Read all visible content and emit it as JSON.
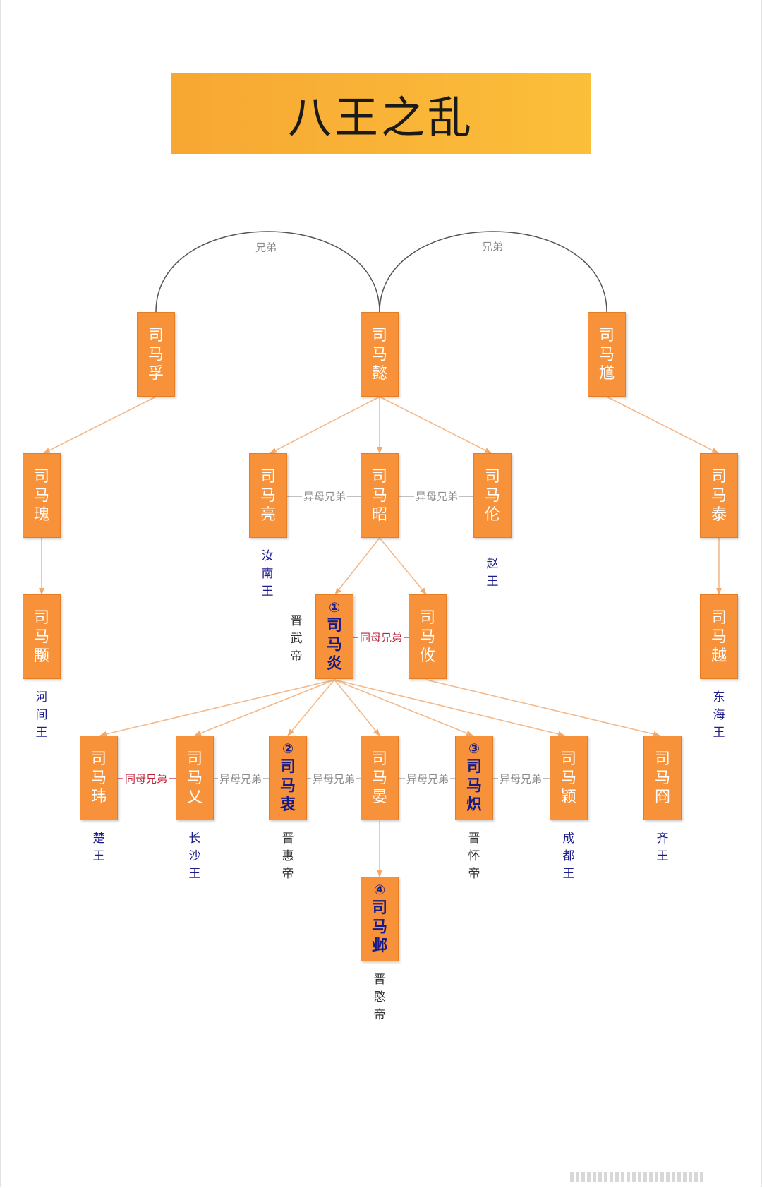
{
  "title": "八王之乱",
  "edge_labels": {
    "brothers": "兄弟",
    "half_brothers": "异母兄弟",
    "full_brothers": "同母兄弟"
  },
  "nodes": {
    "sima_fu": {
      "name": [
        "司",
        "马",
        "孚"
      ]
    },
    "sima_yi": {
      "name": [
        "司",
        "马",
        "懿"
      ]
    },
    "sima_kui": {
      "name": [
        "司",
        "马",
        "馗"
      ]
    },
    "sima_gui": {
      "name": [
        "司",
        "马",
        "瑰"
      ]
    },
    "sima_liang": {
      "name": [
        "司",
        "马",
        "亮"
      ],
      "title": [
        "汝",
        "南",
        "王"
      ]
    },
    "sima_zhao": {
      "name": [
        "司",
        "马",
        "昭"
      ]
    },
    "sima_lun": {
      "name": [
        "司",
        "马",
        "伦"
      ],
      "title": [
        "赵",
        "王"
      ]
    },
    "sima_tai": {
      "name": [
        "司",
        "马",
        "泰"
      ]
    },
    "sima_yong": {
      "name": [
        "司",
        "马",
        "颙"
      ],
      "title": [
        "河",
        "间",
        "王"
      ]
    },
    "sima_yan": {
      "order": "①",
      "name": [
        "司",
        "马",
        "炎"
      ],
      "title": [
        "晋",
        "武",
        "帝"
      ]
    },
    "sima_you": {
      "name": [
        "司",
        "马",
        "攸"
      ]
    },
    "sima_yue": {
      "name": [
        "司",
        "马",
        "越"
      ],
      "title": [
        "东",
        "海",
        "王"
      ]
    },
    "sima_wei": {
      "name": [
        "司",
        "马",
        "玮"
      ],
      "title": [
        "楚",
        "王"
      ]
    },
    "sima_ai": {
      "name": [
        "司",
        "马",
        "乂"
      ],
      "title": [
        "长",
        "沙",
        "王"
      ]
    },
    "sima_zhong": {
      "order": "②",
      "name": [
        "司",
        "马",
        "衷"
      ],
      "title": [
        "晋",
        "惠",
        "帝"
      ]
    },
    "sima_yan2": {
      "name": [
        "司",
        "马",
        "晏"
      ]
    },
    "sima_chi": {
      "order": "③",
      "name": [
        "司",
        "马",
        "炽"
      ],
      "title": [
        "晋",
        "怀",
        "帝"
      ]
    },
    "sima_ying": {
      "name": [
        "司",
        "马",
        "颖"
      ],
      "title": [
        "成",
        "都",
        "王"
      ]
    },
    "sima_jiong": {
      "name": [
        "司",
        "马",
        "冏"
      ],
      "title": [
        "齐",
        "王"
      ]
    },
    "sima_ye": {
      "order": "④",
      "name": [
        "司",
        "马",
        "邺"
      ],
      "title": [
        "晋",
        "愍",
        "帝"
      ]
    }
  },
  "colors": {
    "node_fill": "#f7923a",
    "banner": "#fbb034",
    "arrow": "#f4b98a",
    "emperor_text": "#151a8a",
    "title_text": "#1c1c8c",
    "full_brother_label": "#c0203a",
    "half_brother_label": "#8a8a8a"
  }
}
